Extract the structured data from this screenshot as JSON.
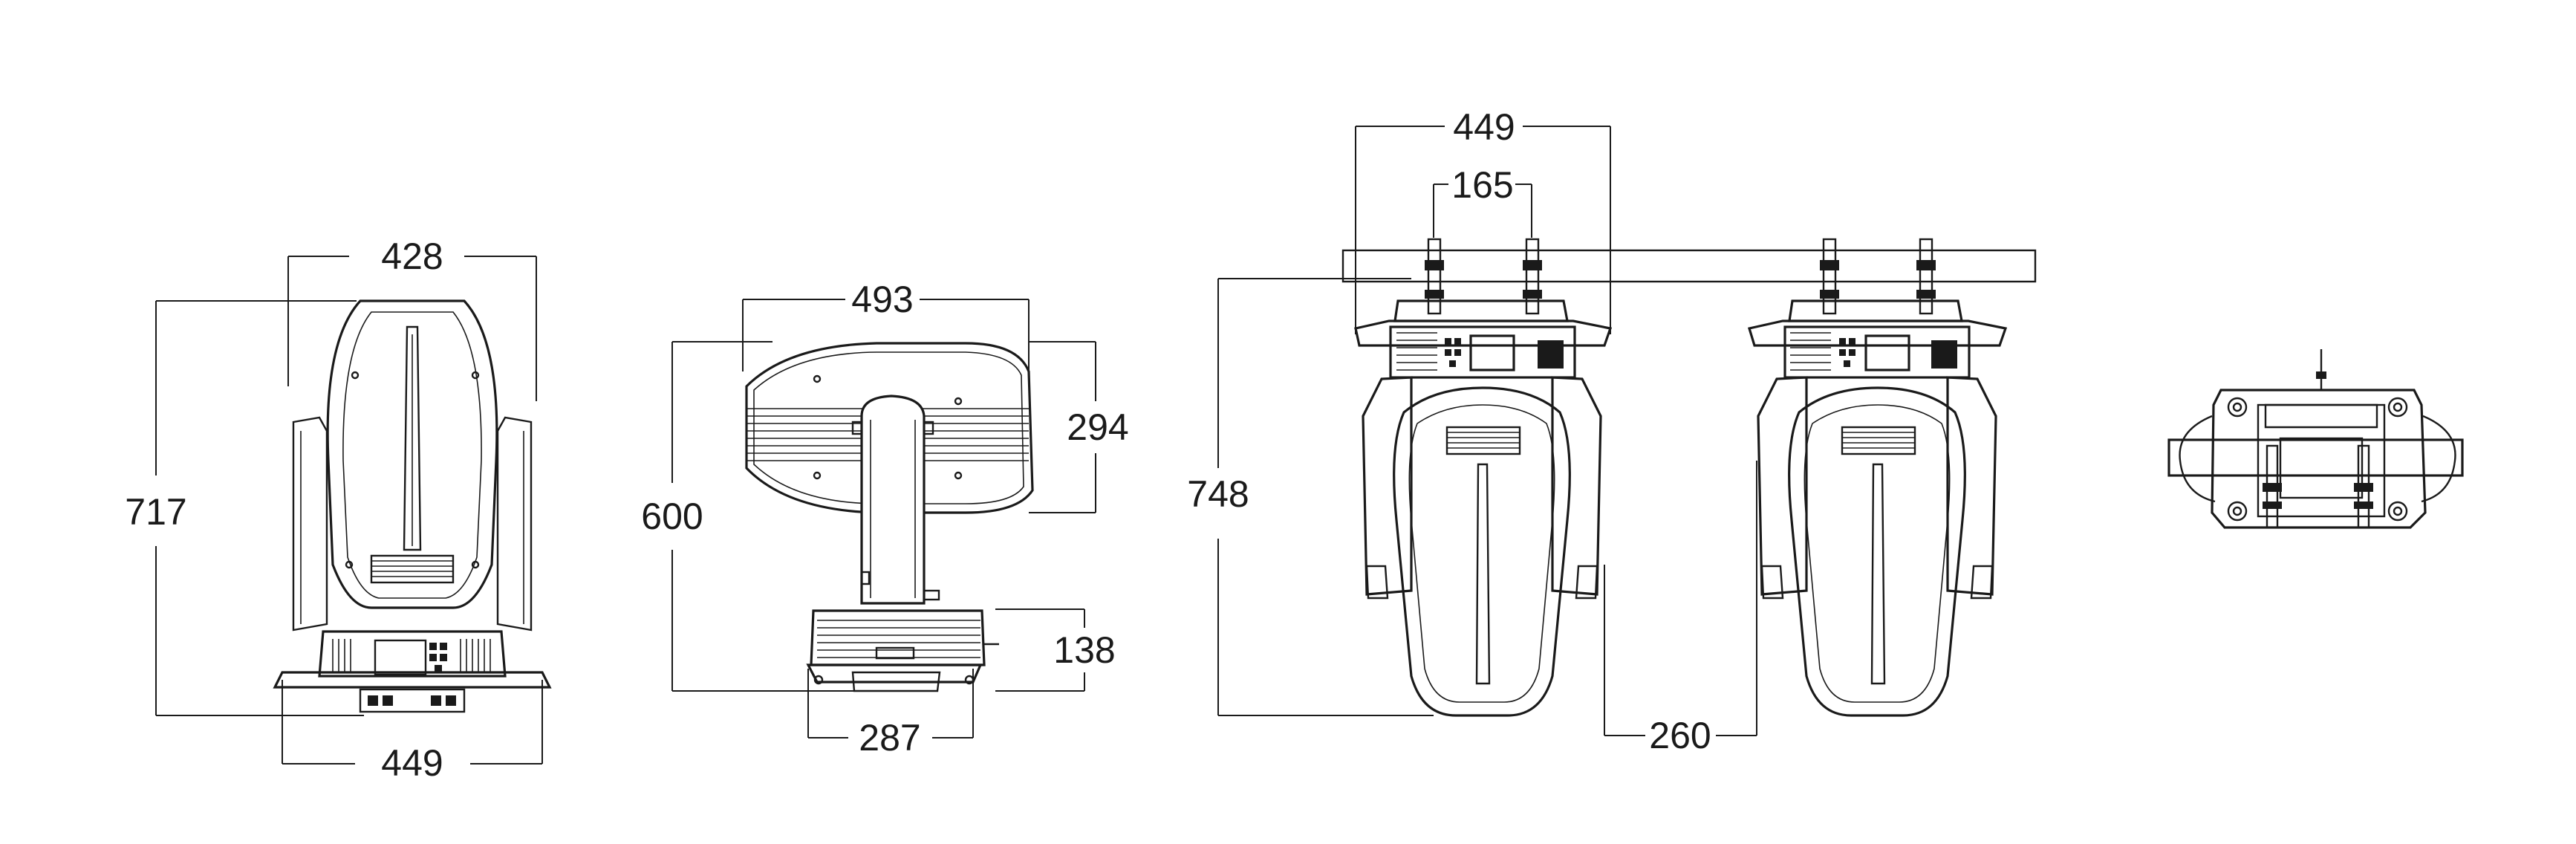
{
  "dimensions": {
    "front_width_top": "428",
    "front_height": "717",
    "front_width_base": "449",
    "side_width": "493",
    "side_head_height": "294",
    "side_height": "600",
    "side_base_height": "138",
    "side_base_width": "287",
    "clamp_width": "449",
    "clamp_spacing": "165",
    "hanging_height": "748",
    "hanging_offset": "260"
  },
  "colors": {
    "ink": "#1a1a1a",
    "paper": "#ffffff"
  }
}
